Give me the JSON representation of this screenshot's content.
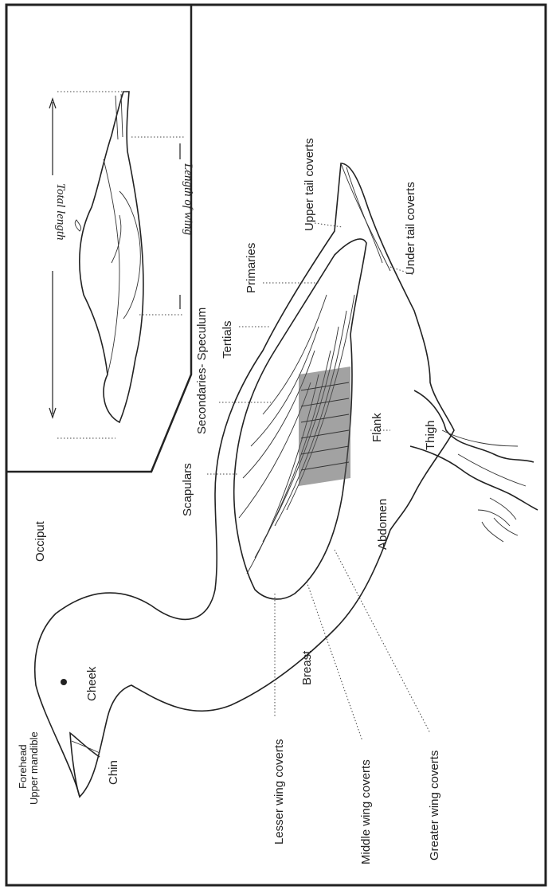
{
  "labels": {
    "forehead": "Forehead",
    "upper_mandible": "Upper mandible",
    "chin": "Chin",
    "cheek": "Cheek",
    "occiput": "Occiput",
    "scapulars": "Scapulars",
    "secondaries_speculum": "Secondaries- Speculum",
    "tertials": "Tertials",
    "primaries": "Primaries",
    "upper_tail_coverts": "Upper tail coverts",
    "under_tail_coverts": "Under tail coverts",
    "flank": "Flank",
    "thigh": "Thigh",
    "abdomen": "Abdomen",
    "breast": "Breast",
    "lesser_wing_coverts": "Lesser wing coverts",
    "middle_wing_coverts": "Middle wing coverts",
    "greater_wing_coverts": "Greater wing coverts"
  },
  "inset": {
    "total_length": "Total length",
    "length_of_wing": "Length of wing"
  }
}
